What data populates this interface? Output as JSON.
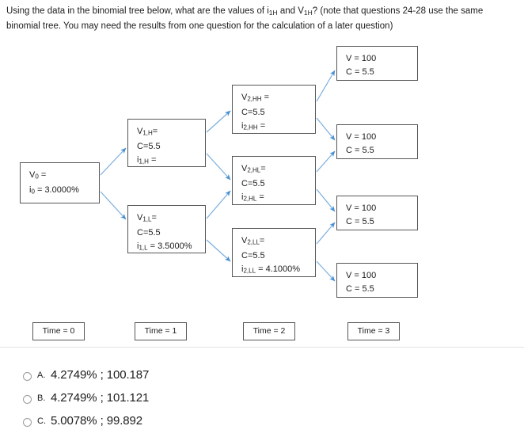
{
  "question": {
    "line1_a": "Using the data in the binomial tree below, what are the values of i",
    "sub1": "1H",
    "line1_b": " and V",
    "sub2": "1H",
    "line1_c": "?  (note that questions 24-28 use the same binomial tree. You may need the results from one question for the calculation of a later question)",
    "full_text": "Using the data in the binomial tree below, what are the values of i1H and V1H?  (note that questions 24-28 use the same binomial tree. You may need the results from one question for the calculation of a later question)"
  },
  "tree": {
    "nodes": {
      "v0": {
        "line1_label": "V",
        "line1_sub": "0",
        "line1_rest": " =",
        "line2_label": "i",
        "line2_sub": "0",
        "line2_rest": " = 3.0000%"
      },
      "v1h": {
        "line1_label": "V",
        "line1_sub": "1,H",
        "line1_rest": "=",
        "line2": "C=5.5",
        "line3_label": "i",
        "line3_sub": "1,H",
        "line3_rest": " ="
      },
      "v1l": {
        "line1_label": "V",
        "line1_sub": "1,L",
        "line1_rest": "=",
        "line2": "C=5.5",
        "line3_label": "i",
        "line3_sub": "1,L",
        "line3_rest": " = 3.5000%"
      },
      "v2hh": {
        "line1_label": "V",
        "line1_sub": "2,HH",
        "line1_rest": " =",
        "line2": "C=5.5",
        "line3_label": "i",
        "line3_sub": "2,HH",
        "line3_rest": " ="
      },
      "v2hl": {
        "line1_label": "V",
        "line1_sub": "2,HL",
        "line1_rest": "=",
        "line2": "C=5.5",
        "line3_label": "i",
        "line3_sub": "2,HL",
        "line3_rest": " ="
      },
      "v2ll": {
        "line1_label": "V",
        "line1_sub": "2,LL",
        "line1_rest": "=",
        "line2": "C=5.5",
        "line3_label": "i",
        "line3_sub": "2,LL",
        "line3_rest": " = 4.1000%"
      },
      "terminal": {
        "line1": "V = 100",
        "line2": "C = 5.5"
      }
    },
    "time_labels": [
      "Time = 0",
      "Time = 1",
      "Time = 2",
      "Time = 3"
    ],
    "arrow_color": "#5b9bd5",
    "box_border_color": "#575757"
  },
  "options": [
    {
      "letter": "A.",
      "text": "4.2749% ; 100.187",
      "selected": false
    },
    {
      "letter": "B.",
      "text": "4.2749% ; 101.121",
      "selected": false
    },
    {
      "letter": "C.",
      "text": "5.0078% ; 99.892",
      "selected": false
    }
  ]
}
